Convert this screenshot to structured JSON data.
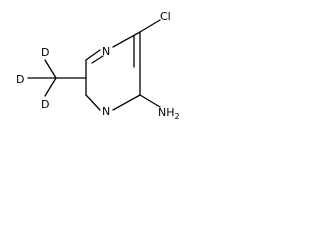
{
  "molecule": {
    "atoms": {
      "chlorine": "Cl",
      "ring_nitrogen_top": "N",
      "ring_nitrogen_bottom": "N",
      "amine": "NH",
      "amine_subscript": "2",
      "deuterium_top": "D",
      "deuterium_left": "D",
      "deuterium_bottom": "D"
    }
  }
}
